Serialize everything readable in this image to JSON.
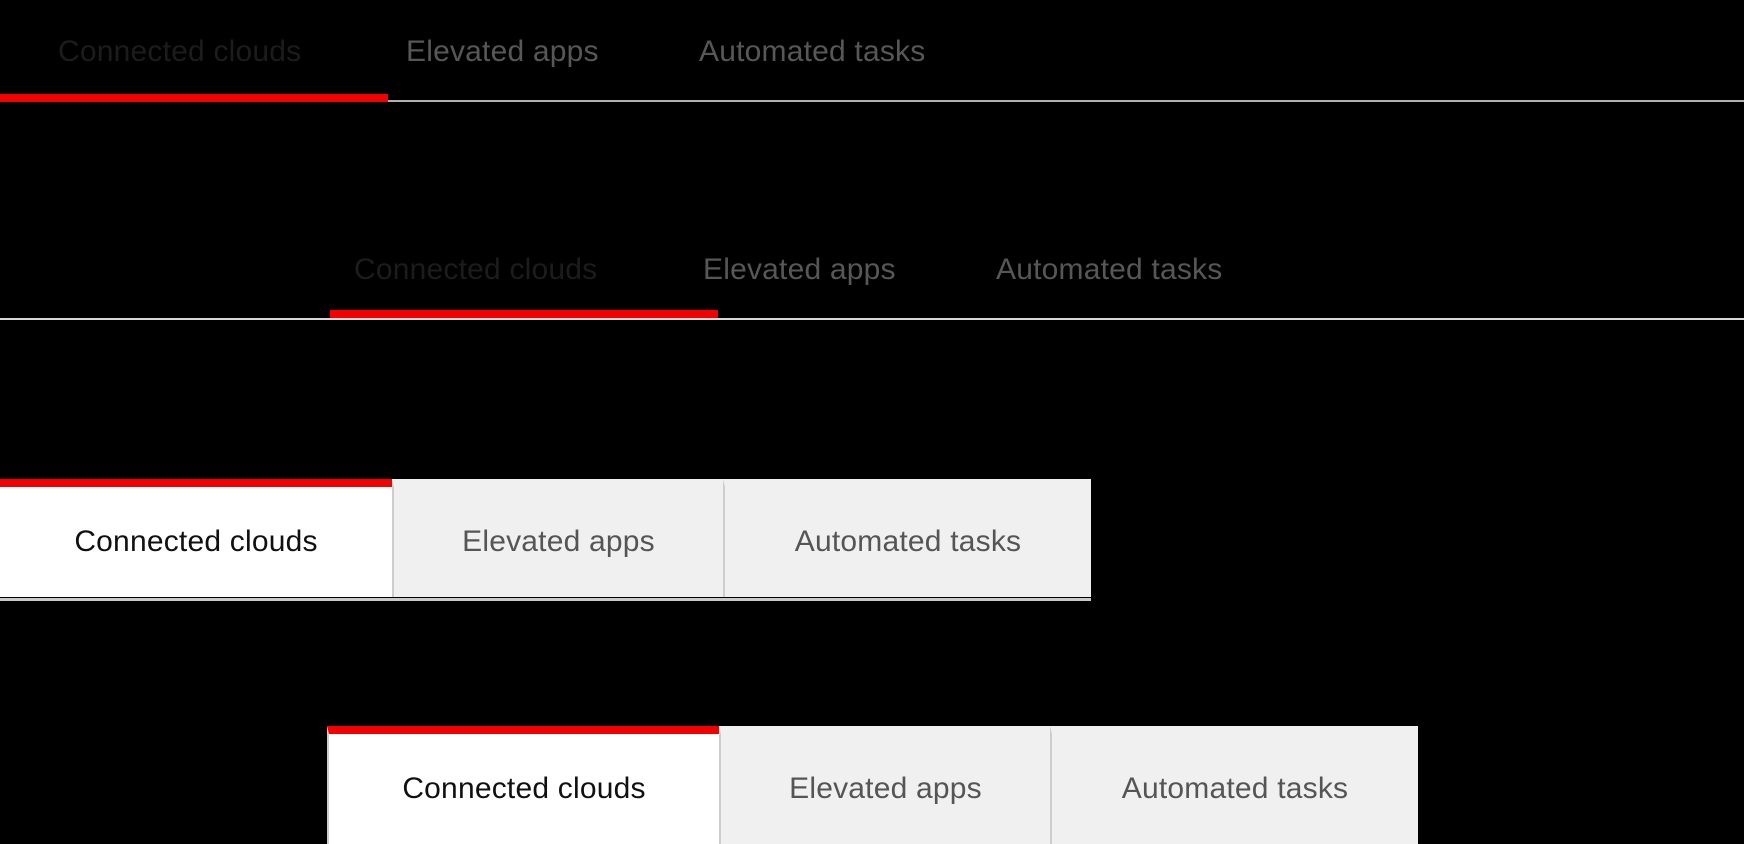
{
  "theme": {
    "canvas_bg": "#000000",
    "accent_red": "#f40000",
    "active_tab_bg": "#ffffff",
    "idle_tab_bg": "#f0f0f0",
    "idle_text": "#555555",
    "active_text_dark": "#101010",
    "divider": "#cdcdcd",
    "rule": "#d8d8d8"
  },
  "tab_labels": {
    "connected_clouds": "Connected clouds",
    "elevated_apps": "Elevated apps",
    "automated_tasks": "Automated tasks"
  },
  "variants": [
    {
      "id": "underline-left",
      "style": "underline",
      "tabs": [
        {
          "label": "Connected clouds",
          "state": "active"
        },
        {
          "label": "Elevated apps",
          "state": "idle"
        },
        {
          "label": "Automated tasks",
          "state": "idle"
        }
      ]
    },
    {
      "id": "underline-indented",
      "style": "underline",
      "tabs": [
        {
          "label": "Connected clouds",
          "state": "active"
        },
        {
          "label": "Elevated apps",
          "state": "idle"
        },
        {
          "label": "Automated tasks",
          "state": "idle"
        }
      ]
    },
    {
      "id": "boxed-left",
      "style": "boxed",
      "tabs": [
        {
          "label": "Connected clouds",
          "state": "active"
        },
        {
          "label": "Elevated apps",
          "state": "idle"
        },
        {
          "label": "Automated tasks",
          "state": "idle"
        }
      ]
    },
    {
      "id": "boxed-indented",
      "style": "boxed",
      "tabs": [
        {
          "label": "Connected clouds",
          "state": "active"
        },
        {
          "label": "Elevated apps",
          "state": "idle"
        },
        {
          "label": "Automated tasks",
          "state": "idle"
        }
      ]
    }
  ]
}
